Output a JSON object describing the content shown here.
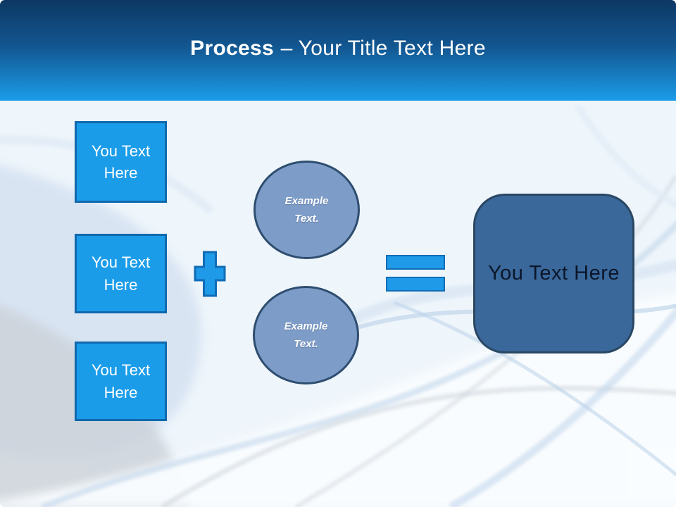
{
  "slide": {
    "title": {
      "bold": "Process",
      "rest": "– Your Title Text Here"
    },
    "left_boxes": [
      {
        "label": "You Text Here"
      },
      {
        "label": "You Text Here"
      },
      {
        "label": "You Text Here"
      }
    ],
    "operators": {
      "plus": "plus-icon",
      "equals": "equals-icon"
    },
    "circles": [
      {
        "label": "Example Text."
      },
      {
        "label": "Example Text."
      }
    ],
    "result_box": {
      "label": "You Text Here"
    },
    "colors": {
      "header_gradient_top": "#0d3863",
      "header_gradient_bottom": "#1b9ce9",
      "bright_blue_fill": "#1b9ce9",
      "bright_blue_border": "#1068ad",
      "circle_fill": "#7d9cc8",
      "circle_border": "#2e4d6f",
      "result_fill": "#3a689b",
      "result_border": "#2a4763",
      "result_text": "#0b1629",
      "background": "#eef5fb",
      "title_text": "#ffffff"
    }
  }
}
